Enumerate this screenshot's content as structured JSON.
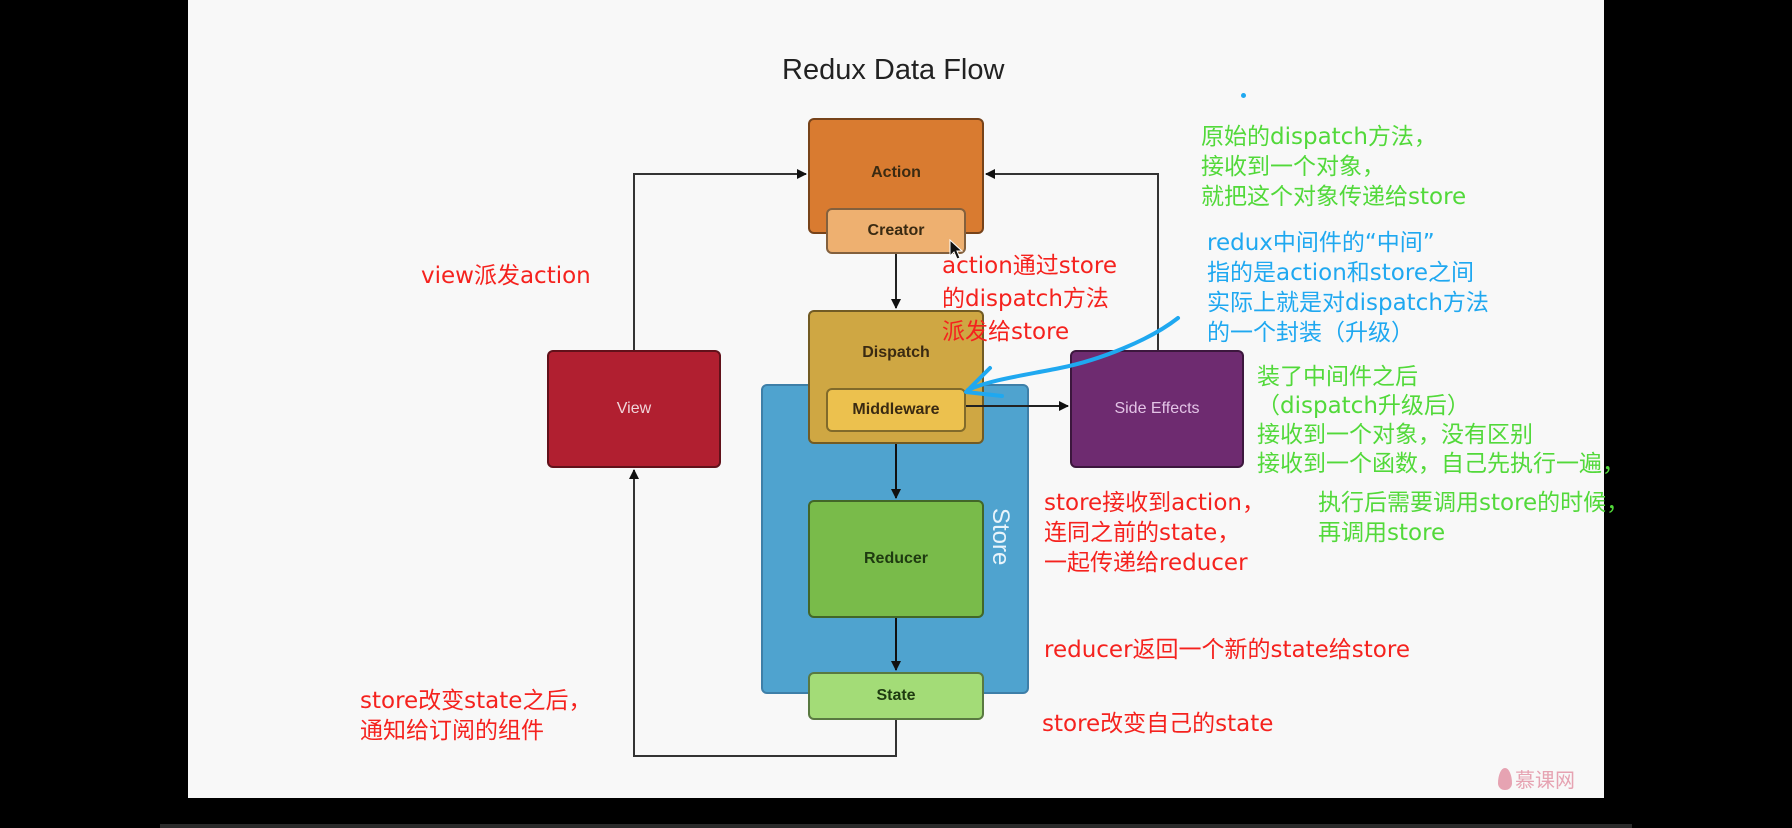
{
  "diagram": {
    "title": "Redux Data Flow",
    "nodes": {
      "action": "Action",
      "creator": "Creator",
      "dispatch": "Dispatch",
      "middleware": "Middleware",
      "view": "View",
      "side_effects": "Side Effects",
      "reducer": "Reducer",
      "state": "State",
      "store": "Store"
    },
    "colors": {
      "action": "#d97b30",
      "creator": "#eeb070",
      "dispatch": "#cfa743",
      "middleware": "#ecc14e",
      "view": "#b11f30",
      "side_effects": "#6e2b70",
      "store": "#4fa3cf",
      "reducer": "#79bb4a",
      "state": "#a3dc77"
    },
    "edges": [
      {
        "from": "View",
        "to": "Action"
      },
      {
        "from": "Side Effects",
        "to": "Action"
      },
      {
        "from": "Creator",
        "to": "Dispatch"
      },
      {
        "from": "Middleware",
        "to": "Side Effects"
      },
      {
        "from": "Dispatch",
        "to": "Reducer"
      },
      {
        "from": "Reducer",
        "to": "State"
      },
      {
        "from": "State",
        "to": "View"
      }
    ]
  },
  "annotations": {
    "view_dispatch": [
      "view派发action"
    ],
    "action_via_store": [
      "action通过store",
      "的dispatch方法",
      "派发给store"
    ],
    "original_dispatch": [
      "原始的dispatch方法，",
      "接收到一个对象，",
      "就把这个对象传递给store"
    ],
    "middleware_meaning": [
      "redux中间件的“中间”",
      "指的是action和store之间",
      "实际上就是对dispatch方法",
      "的一个封装（升级）"
    ],
    "after_middleware": [
      "装了中间件之后",
      "（dispatch升级后）",
      "接收到一个对象，没有区别",
      "接收到一个函数，自己先执行一遍，"
    ],
    "after_execute": [
      "执行后需要调用store的时候，",
      "再调用store"
    ],
    "store_receive": [
      "store接收到action，",
      "连同之前的state，",
      "一起传递给reducer"
    ],
    "reducer_return": [
      "reducer返回一个新的state给store"
    ],
    "store_change": [
      "store改变自己的state"
    ],
    "notify": [
      "store改变state之后，",
      "通知给订阅的组件"
    ]
  },
  "watermark": "慕课网"
}
